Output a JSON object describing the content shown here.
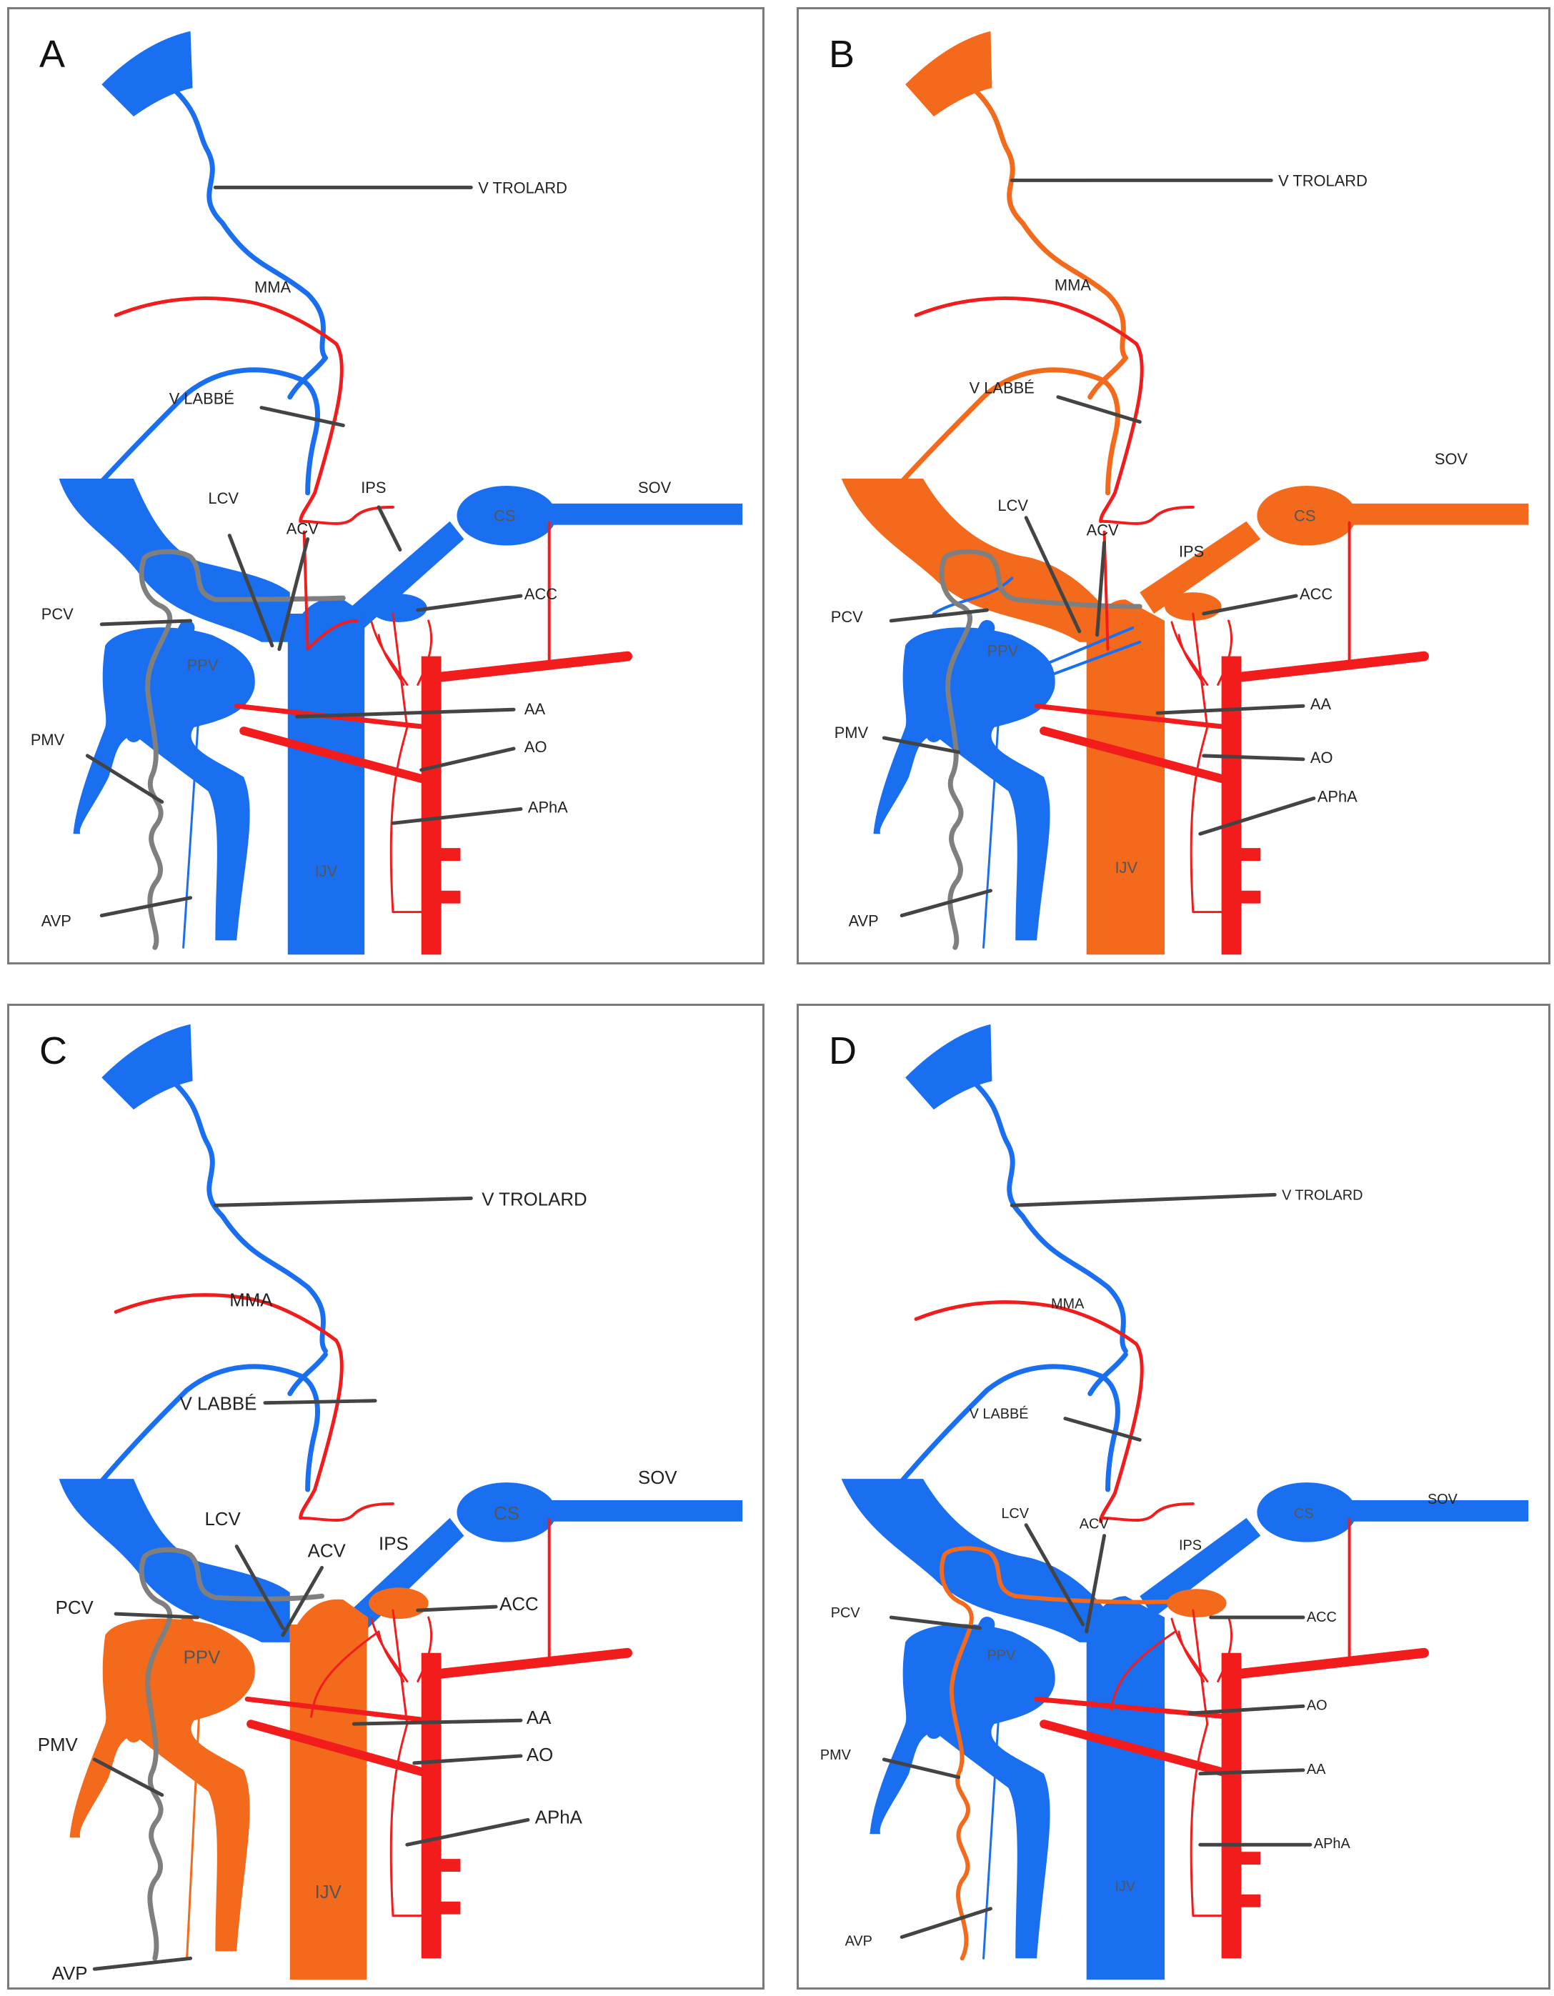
{
  "colors": {
    "vein_blue": "#1a6ff0",
    "artery_red": "#f21c1c",
    "highlight_orange": "#f46a1c",
    "anastomosis_gray": "#7f7f7f",
    "leader": "#444444"
  },
  "panels": [
    {
      "letter": "A",
      "labels": {
        "v_trolard": "V TROLARD",
        "mma": "MMA",
        "v_labbe": "V LABBÉ",
        "ips": "IPS",
        "sov": "SOV",
        "cs": "CS",
        "lcv": "LCV",
        "acv": "ACV",
        "pcv": "PCV",
        "acc": "ACC",
        "ppv": "PPV",
        "aa": "AA",
        "ao": "AO",
        "pmv": "PMV",
        "apha": "APhA",
        "ijv": "IJV",
        "avp": "AVP"
      }
    },
    {
      "letter": "B",
      "labels": {
        "v_trolard": "V TROLARD",
        "mma": "MMA",
        "v_labbe": "V LABBÉ",
        "ips": "IPS",
        "sov": "SOV",
        "cs": "CS",
        "lcv": "LCV",
        "acv": "ACV",
        "pcv": "PCV",
        "acc": "ACC",
        "ppv": "PPV",
        "aa": "AA",
        "ao": "AO",
        "pmv": "PMV",
        "apha": "APhA",
        "ijv": "IJV",
        "avp": "AVP"
      }
    },
    {
      "letter": "C",
      "labels": {
        "v_trolard": "V TROLARD",
        "mma": "MMA",
        "v_labbe": "V LABBÉ",
        "ips": "IPS",
        "sov": "SOV",
        "cs": "CS",
        "lcv": "LCV",
        "acv": "ACV",
        "pcv": "PCV",
        "acc": "ACC",
        "ppv": "PPV",
        "aa": "AA",
        "ao": "AO",
        "pmv": "PMV",
        "apha": "APhA",
        "ijv": "IJV",
        "avp": "AVP"
      }
    },
    {
      "letter": "D",
      "labels": {
        "v_trolard": "V TROLARD",
        "mma": "MMA",
        "v_labbe": "V LABBÉ",
        "ips": "IPS",
        "sov": "SOV",
        "cs": "CS",
        "lcv": "LCV",
        "acv": "ACV",
        "pcv": "PCV",
        "acc": "ACC",
        "ppv": "PPV",
        "ao": "AO",
        "aa": "AA",
        "pmv": "PMV",
        "apha": "APhA",
        "ijv": "IJV",
        "avp": "AVP"
      }
    }
  ]
}
